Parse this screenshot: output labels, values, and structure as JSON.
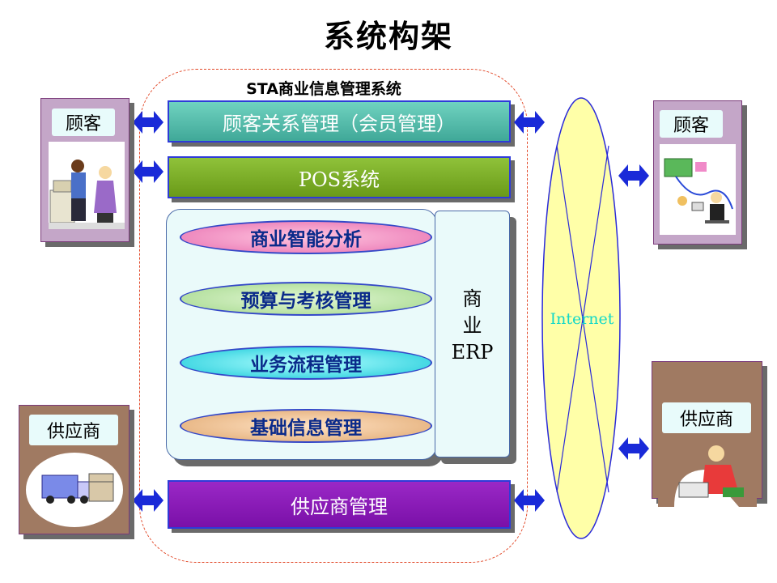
{
  "title": "系统构架",
  "subtitle": "STA商业信息管理系统",
  "crm_label": "顾客关系管理（会员管理）",
  "pos_label": "POS系统",
  "modules": [
    "商业智能分析",
    "预算与考核管理",
    "业务流程管理",
    "基础信息管理"
  ],
  "erp": {
    "line1": "商",
    "line2": "业",
    "line3": "ERP"
  },
  "supplier_management_label": "供应商管理",
  "internet_label": "Internet",
  "left": {
    "customer_label": "顾客",
    "supplier_label": "供应商"
  },
  "right": {
    "customer_label": "顾客",
    "supplier_label": "供应商"
  },
  "colors": {
    "arrow": "#1a2ad8",
    "internet_fill": "#ffffa8",
    "border_dashed": "#e24a2a"
  },
  "icons": [
    "customer-service-illustration",
    "online-shopping-illustration",
    "delivery-truck-illustration",
    "supplier-worker-illustration",
    "double-arrow-icon"
  ]
}
